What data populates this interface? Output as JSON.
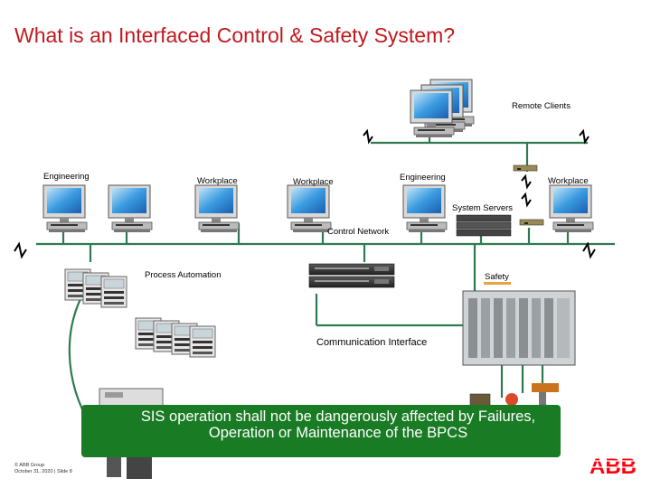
{
  "title": "What is an Interfaced Control & Safety System?",
  "labels": {
    "remote_clients": "Remote Clients",
    "engineering_left": "Engineering",
    "workplace_1": "Workplace",
    "workplace_2": "Workplace",
    "engineering_right": "Engineering",
    "workplace_right": "Workplace",
    "system_servers": "System Servers",
    "control_network": "Control Network",
    "process_automation": "Process Automation",
    "safety": "Safety",
    "communication_interface": "Communication Interface"
  },
  "banner": {
    "line1": "SIS operation shall not be dangerously affected by Failures,",
    "line2": "Operation or Maintenance of the BPCS"
  },
  "footer": {
    "line1": "© ABB Group",
    "line2": "October 31, 2020 | Slide 8"
  },
  "logo_text": "ABB",
  "colors": {
    "title": "#c2191e",
    "network_line": "#2f7a4f",
    "banner": "#1a7b25",
    "logo": "#ff000f",
    "safety_underline": "#e8a33a"
  }
}
